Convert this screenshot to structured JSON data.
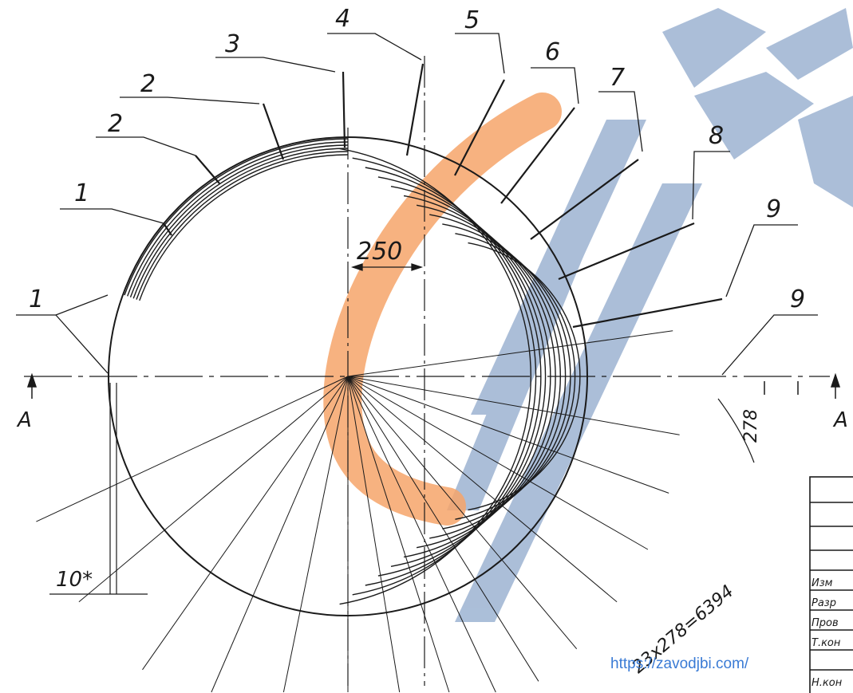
{
  "drawing": {
    "part_labels": [
      "1",
      "1",
      "2",
      "2",
      "3",
      "4",
      "5",
      "6",
      "7",
      "8",
      "9",
      "9"
    ],
    "section_markers": [
      "A",
      "A"
    ],
    "dimensions": {
      "offset": "250",
      "pitch": "278",
      "gap": "10*",
      "circumference_note": "23x278=6394"
    },
    "title_block_rows": [
      "Изм",
      "Разр",
      "Пров",
      "Т.кон",
      "Н.кон"
    ],
    "watermark_url": "https://zavodjbi.com/",
    "colors": {
      "ink": "#1a1a1a",
      "watermark_blue": "#7f9fc4",
      "watermark_orange": "#f6a56a",
      "url": "#3a7bd5"
    }
  }
}
